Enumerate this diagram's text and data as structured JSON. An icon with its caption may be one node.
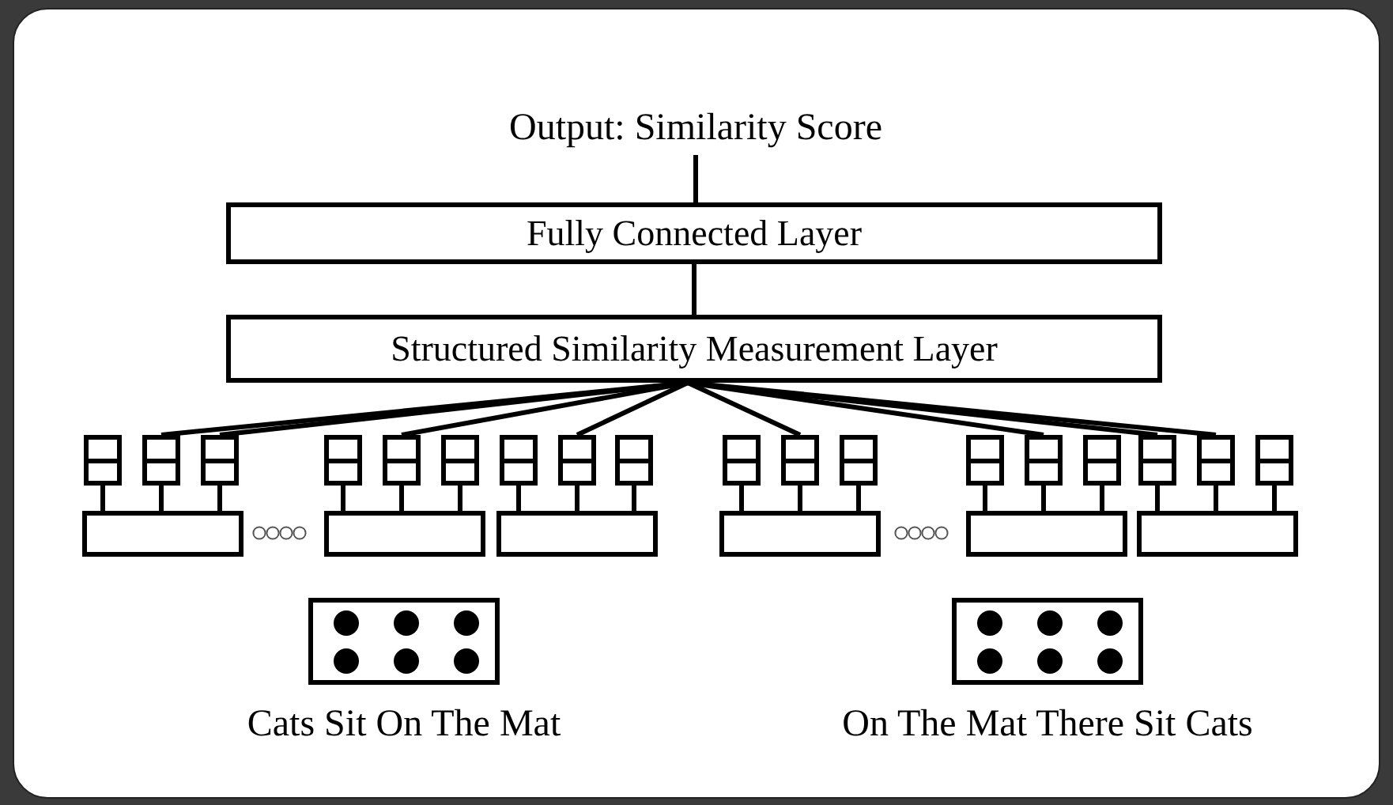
{
  "diagram": {
    "nodes": [
      {
        "text": [
          "Output: Similarity Score"
        ]
      },
      {
        "text": [
          "Fully Connected Layer"
        ]
      },
      {
        "text": [
          "Structured Similarity Measurement Layer"
        ]
      },
      {
        "text": [],
        "shape": "box"
      },
      {
        "text": [],
        "shape": "box"
      },
      {
        "text": [],
        "shape": "box"
      },
      {
        "text": [],
        "shape": "box"
      },
      {
        "text": [],
        "shape": "box"
      },
      {
        "text": [],
        "shape": "box"
      },
      {
        "text": [],
        "shape": "box"
      },
      {
        "text": [],
        "shape": "box"
      },
      {
        "text": [],
        "shape": "box"
      },
      {
        "text": [],
        "shape": "box"
      },
      {
        "text": [],
        "shape": "box"
      },
      {
        "text": [],
        "shape": "box"
      },
      {
        "text": [],
        "shape": "box"
      },
      {
        "text": [],
        "shape": "box"
      },
      {
        "text": [],
        "shape": "box"
      },
      {
        "text": [],
        "shape": "box"
      },
      {
        "text": [],
        "shape": "box"
      },
      {
        "text": [],
        "shape": "box"
      },
      {
        "text": [],
        "shape": "box"
      },
      {
        "text": [],
        "shape": "box"
      },
      {
        "text": [],
        "shape": "box"
      },
      {
        "text": [],
        "shape": "box"
      },
      {
        "text": [],
        "shape": "box"
      },
      {
        "text": [],
        "shape": "box"
      },
      {
        "text": [
          "Cats Sit On The Mat"
        ]
      },
      {
        "text": [
          "On The Mat There Sit Cats"
        ]
      }
    ],
    "edges": [
      {
        "from": 0,
        "to": 1,
        "arrow": "none"
      },
      {
        "from": 1,
        "to": 2,
        "arrow": "none"
      },
      {
        "from": 2,
        "to": 4,
        "arrow": "none"
      },
      {
        "from": 2,
        "to": 5,
        "arrow": "none"
      },
      {
        "from": 2,
        "to": 7,
        "arrow": "none"
      },
      {
        "from": 2,
        "to": 10,
        "arrow": "none"
      },
      {
        "from": 2,
        "to": 13,
        "arrow": "none"
      },
      {
        "from": 2,
        "to": 16,
        "arrow": "none"
      },
      {
        "from": 2,
        "to": 18,
        "arrow": "none"
      },
      {
        "from": 2,
        "to": 19,
        "arrow": "none"
      },
      {
        "from": 3,
        "to": 21,
        "arrow": "none"
      },
      {
        "from": 4,
        "to": 21,
        "arrow": "none"
      },
      {
        "from": 5,
        "to": 21,
        "arrow": "none"
      },
      {
        "from": 6,
        "to": 22,
        "arrow": "none"
      },
      {
        "from": 7,
        "to": 22,
        "arrow": "none"
      },
      {
        "from": 8,
        "to": 22,
        "arrow": "none"
      },
      {
        "from": 9,
        "to": 23,
        "arrow": "none"
      },
      {
        "from": 10,
        "to": 23,
        "arrow": "none"
      },
      {
        "from": 11,
        "to": 23,
        "arrow": "none"
      },
      {
        "from": 12,
        "to": 24,
        "arrow": "none"
      },
      {
        "from": 13,
        "to": 24,
        "arrow": "none"
      },
      {
        "from": 14,
        "to": 24,
        "arrow": "none"
      },
      {
        "from": 15,
        "to": 25,
        "arrow": "none"
      },
      {
        "from": 16,
        "to": 25,
        "arrow": "none"
      },
      {
        "from": 17,
        "to": 25,
        "arrow": "none"
      },
      {
        "from": 18,
        "to": 26,
        "arrow": "none"
      },
      {
        "from": 19,
        "to": 26,
        "arrow": "none"
      },
      {
        "from": 20,
        "to": 26,
        "arrow": "none"
      }
    ]
  }
}
